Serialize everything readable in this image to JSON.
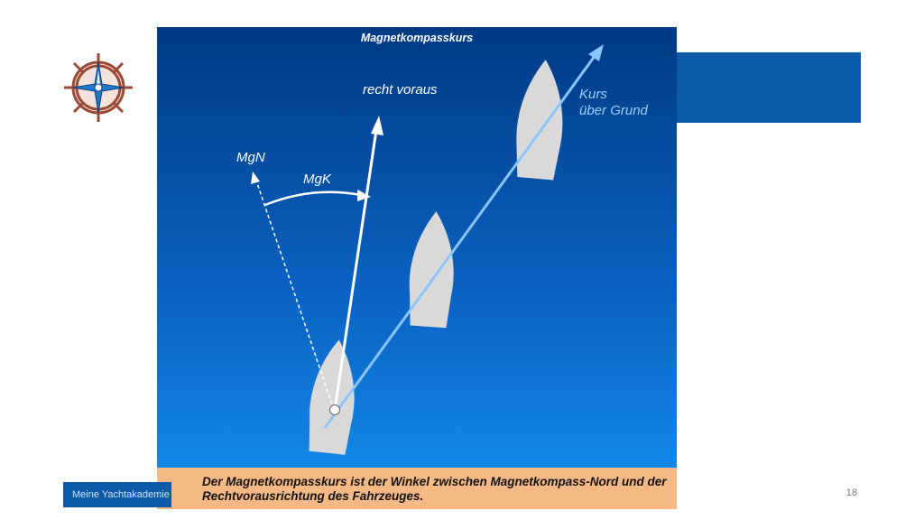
{
  "diagram": {
    "title": "Magnetkompasskurs",
    "labels": {
      "recht_voraus": "recht  voraus",
      "mgn": "MgN",
      "mgk": "MgK",
      "kurs_line1": "Kurs",
      "kurs_line2": "über Grund"
    },
    "caption_line1": "Der Magnetkompasskurs ist der Winkel zwischen Magnetkompass-Nord und der",
    "caption_line2": "Rechtvorausrichtung des Fahrzeuges."
  },
  "footer": {
    "text": "Meine Yachtakademie",
    "page_number": "18"
  },
  "colors": {
    "brand_blue": "#0b5aa8",
    "sky_top": "#003a84",
    "sky_bottom": "#1590ee",
    "caption_bg": "#f6b985",
    "course_line": "#8cc4ff"
  },
  "icons": [
    "compass-rose-icon",
    "ship-wheel-icon"
  ]
}
